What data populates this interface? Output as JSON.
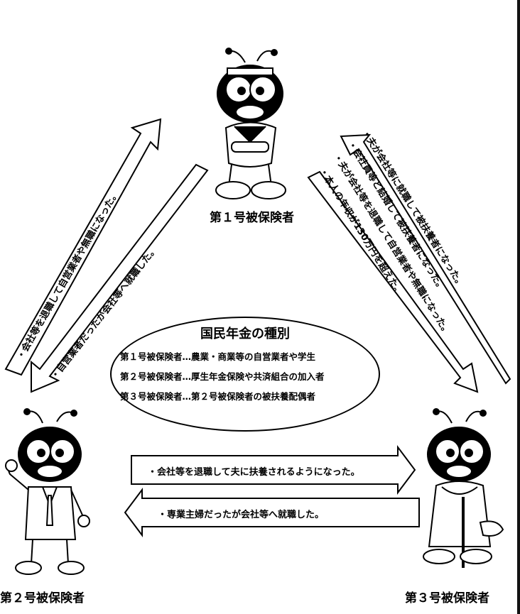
{
  "center": {
    "title": "国民年金の種別",
    "definitions": [
      "第１号被保険者…農業・商業等の自営業者や学生",
      "第２号被保険者…厚生年金保険や共済組合の加入者",
      "第３号被保険者…第２号被保険者の被扶養配偶者"
    ]
  },
  "labels": {
    "first": "第１号被保険者",
    "second": "第２号被保険者",
    "third": "第３号被保険者"
  },
  "arrows": {
    "left_outer": "・会社等を退職して自営業者や無職になった。",
    "left_inner": "・自営業者だったが会社等へ就職した。",
    "right_lines": [
      "・夫が会社等に就職して被扶養者になった。",
      "・会社員等と結婚して被扶養者になった。",
      "・夫が会社等を退職して自営業者や無職になった。",
      "・本人の年収が130万円を超えた。"
    ],
    "bottom_top": "・会社等を退職して夫に扶養されるようになった。",
    "bottom_bottom": "・専業主婦だったが会社等へ就職した。"
  },
  "characters": {
    "top": "mascot-bee-icon",
    "left": "mascot-bee-icon",
    "right": "mascot-bee-icon"
  }
}
